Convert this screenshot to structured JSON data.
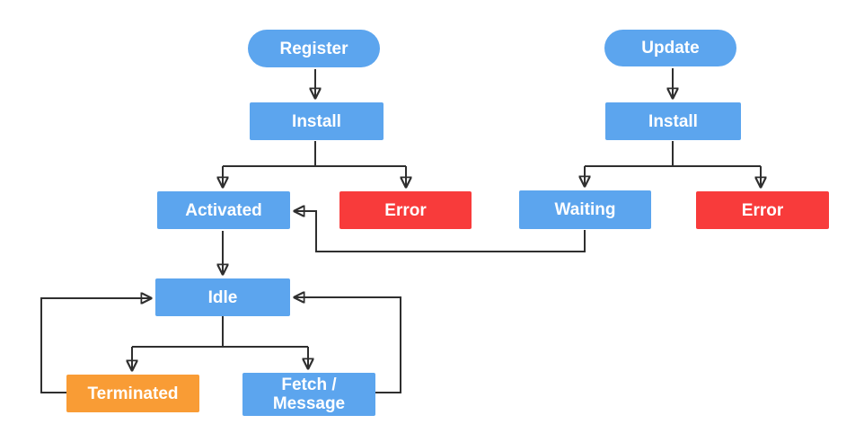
{
  "diagram": {
    "name": "lifecycle-flowchart",
    "colors": {
      "state_blue": "#5ca5ee",
      "error_red": "#f83b3b",
      "terminated_orange": "#f99c35",
      "connector_dark": "#2f2f2f",
      "text_white": "#ffffff",
      "background": "#ffffff"
    },
    "nodes": {
      "register": {
        "label": "Register",
        "shape": "pill",
        "color": "#5ca5ee"
      },
      "update": {
        "label": "Update",
        "shape": "pill",
        "color": "#5ca5ee"
      },
      "install_left": {
        "label": "Install",
        "shape": "rect",
        "color": "#5ca5ee"
      },
      "install_right": {
        "label": "Install",
        "shape": "rect",
        "color": "#5ca5ee"
      },
      "activated": {
        "label": "Activated",
        "shape": "rect",
        "color": "#5ca5ee"
      },
      "error_left": {
        "label": "Error",
        "shape": "rect",
        "color": "#f83b3b"
      },
      "waiting": {
        "label": "Waiting",
        "shape": "rect",
        "color": "#5ca5ee"
      },
      "error_right": {
        "label": "Error",
        "shape": "rect",
        "color": "#f83b3b"
      },
      "idle": {
        "label": "Idle",
        "shape": "rect",
        "color": "#5ca5ee"
      },
      "terminated": {
        "label": "Terminated",
        "shape": "rect",
        "color": "#f99c35"
      },
      "fetch_message": {
        "label": "Fetch /\nMessage",
        "shape": "rect",
        "color": "#5ca5ee"
      }
    },
    "edges": [
      {
        "from": "register",
        "to": "install_left"
      },
      {
        "from": "update",
        "to": "install_right"
      },
      {
        "from": "install_left",
        "to": "activated"
      },
      {
        "from": "install_left",
        "to": "error_left"
      },
      {
        "from": "install_right",
        "to": "waiting"
      },
      {
        "from": "install_right",
        "to": "error_right"
      },
      {
        "from": "waiting",
        "to": "activated"
      },
      {
        "from": "activated",
        "to": "idle"
      },
      {
        "from": "idle",
        "to": "terminated"
      },
      {
        "from": "idle",
        "to": "fetch_message"
      },
      {
        "from": "terminated",
        "to": "idle"
      },
      {
        "from": "fetch_message",
        "to": "idle"
      }
    ]
  }
}
